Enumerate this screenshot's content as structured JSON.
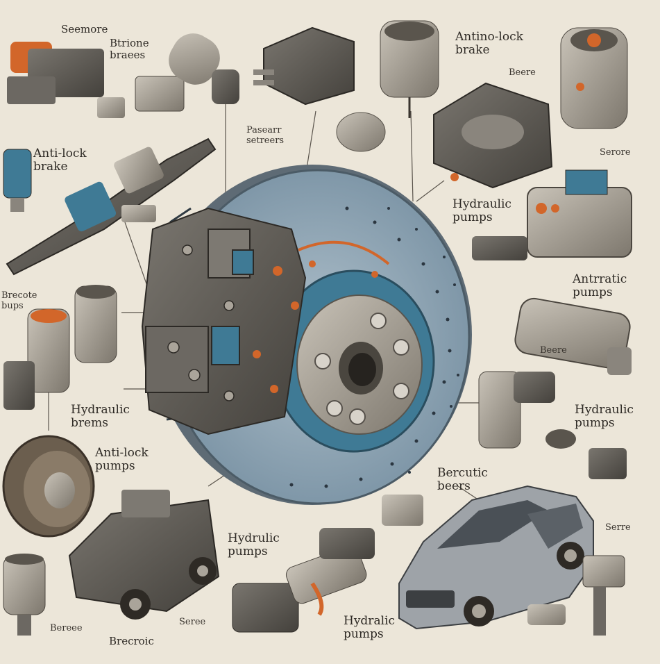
{
  "labels": {
    "l01": "Seemore",
    "l02": "Btrione\nbraees",
    "l03": "Antino-lock\nbrake",
    "l04": "Beere",
    "l05": "Pasearr\nsetreers",
    "l06": "Anti-lock\nbrake",
    "l07": "Serore",
    "l08": "Hydraulic\npumps",
    "l09": "Antrratic\npumps",
    "l10": "Brecote\nbups",
    "l11": "Beere",
    "l12": "Hydraulic\nbrems",
    "l13": "Hydraulic\npumps",
    "l14": "Anti-lock\npumps",
    "l15": "Bercutic\nbeers",
    "l16": "Hydrulic\npumps",
    "l17": "Serre",
    "l18": "Seree",
    "l19": "Hydralic\npumps",
    "l20": "Brecroic",
    "l21": "Bereee"
  },
  "colors": {
    "background": "#ece6d9",
    "rotor": "#8fa5b4",
    "caliper": "#66625c",
    "accent_blue": "#3f7a95",
    "accent_orange": "#d2662a",
    "metal": "#9a948a",
    "ink": "#2e2a25"
  },
  "icons": [
    "brake-rotor-icon",
    "brake-caliper-icon",
    "hub-icon",
    "sensor-icon",
    "pump-icon",
    "connector-icon",
    "car-icon",
    "tire-icon",
    "engine-icon"
  ]
}
